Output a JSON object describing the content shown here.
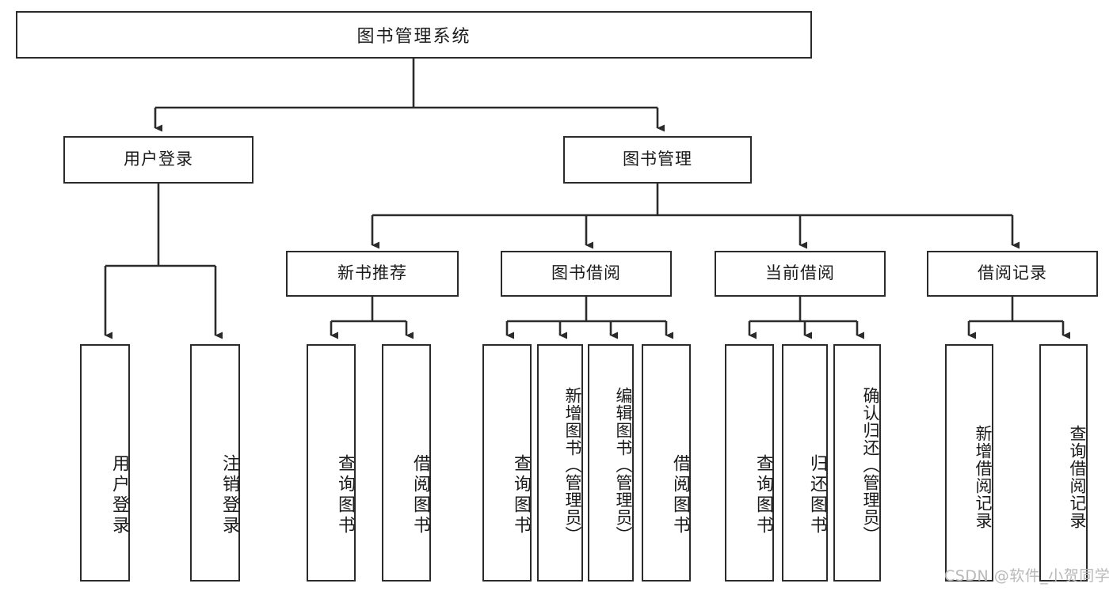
{
  "diagram": {
    "type": "tree-hierarchy-chart",
    "title": "图书管理系统",
    "watermark": "CSDN @软件_小贺同学",
    "colors": {
      "stroke": "#2b2b2b",
      "fill": "#ffffff",
      "text": "#1a1a1a",
      "watermark": "#b9b9b9"
    },
    "nodes": {
      "root": {
        "label": "图书管理系统"
      },
      "level1": [
        {
          "id": "user-login",
          "label": "用户登录"
        },
        {
          "id": "book-manage",
          "label": "图书管理"
        }
      ],
      "level2": [
        {
          "id": "new-book-recommend",
          "label": "新书推荐"
        },
        {
          "id": "book-borrow",
          "label": "图书借阅"
        },
        {
          "id": "current-borrow",
          "label": "当前借阅"
        },
        {
          "id": "borrow-record",
          "label": "借阅记录"
        }
      ],
      "leaves": {
        "user_login": [
          {
            "id": "leaf-user-login",
            "label": "用户登录"
          },
          {
            "id": "leaf-logout-login",
            "label": "注销登录"
          }
        ],
        "new_book_recommend": [
          {
            "id": "leaf-query-book-1",
            "label": "查询图书"
          },
          {
            "id": "leaf-borrow-book-1",
            "label": "借阅图书"
          }
        ],
        "book_borrow": [
          {
            "id": "leaf-query-book-2",
            "label": "查询图书"
          },
          {
            "id": "leaf-add-book",
            "label": "新增图书（管理员）"
          },
          {
            "id": "leaf-edit-book",
            "label": "编辑图书（管理员）"
          },
          {
            "id": "leaf-borrow-book-2",
            "label": "借阅图书"
          }
        ],
        "current_borrow": [
          {
            "id": "leaf-query-book-3",
            "label": "查询图书"
          },
          {
            "id": "leaf-return-book",
            "label": "归还图书"
          },
          {
            "id": "leaf-confirm-return",
            "label": "确认归还（管理员）"
          }
        ],
        "borrow_record": [
          {
            "id": "leaf-add-record",
            "label": "新增借阅记录"
          },
          {
            "id": "leaf-query-record",
            "label": "查询借阅记录"
          }
        ]
      }
    }
  }
}
